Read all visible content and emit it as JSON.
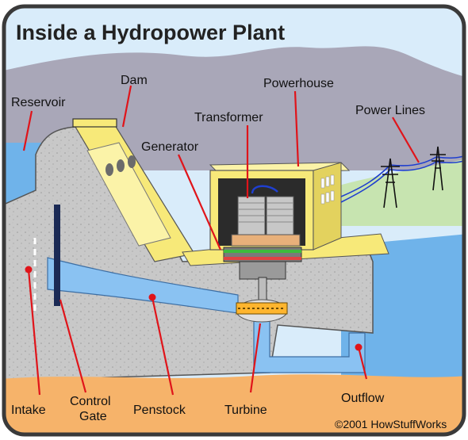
{
  "title": "Inside a Hydropower Plant",
  "labels": {
    "dam": "Dam",
    "reservoir": "Reservoir",
    "powerhouse": "Powerhouse",
    "transformer": "Transformer",
    "generator": "Generator",
    "power_lines": "Power Lines",
    "intake": "Intake",
    "control_gate_line1": "Control",
    "control_gate_line2": "Gate",
    "penstock": "Penstock",
    "turbine": "Turbine",
    "outflow": "Outflow"
  },
  "credit": "©2001 HowStuffWorks",
  "colors": {
    "callout": "#e0141a",
    "sky": "#d9ecfa",
    "water": "#6fb3ea",
    "concrete": "#c9c9c9",
    "ground": "#f6b36a",
    "hills": "#a9a7b8",
    "frame": "#3a3a3a"
  }
}
